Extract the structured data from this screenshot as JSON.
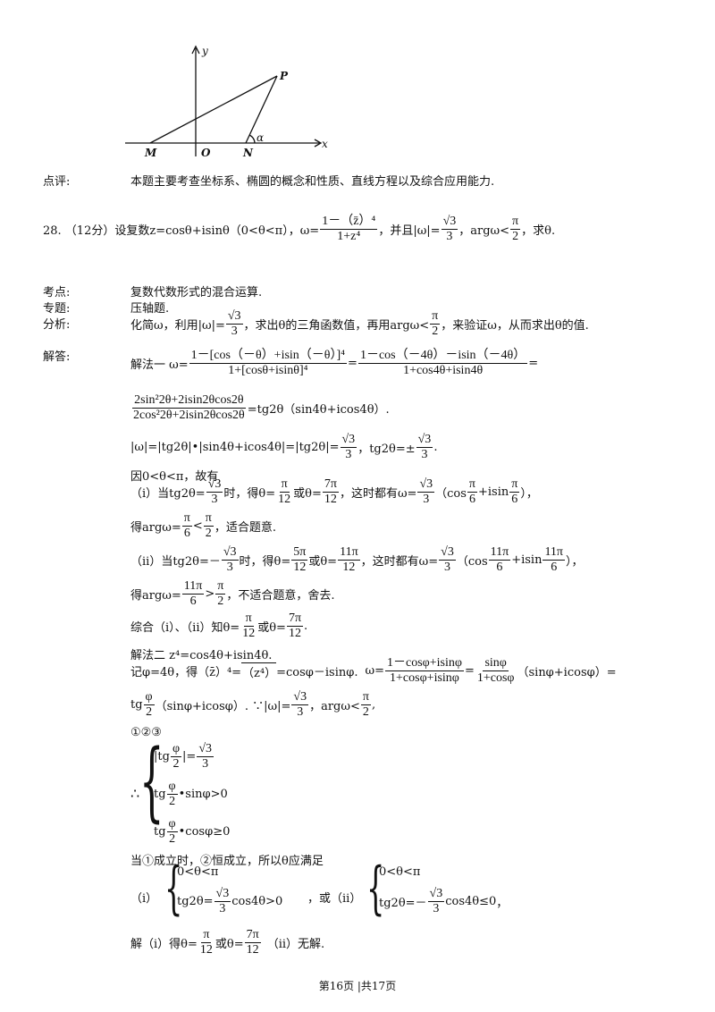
{
  "figure": {
    "axis_x": "x",
    "axis_y": "y",
    "point_P": "P",
    "point_M": "M",
    "point_O": "O",
    "point_N": "N",
    "angle": "α"
  },
  "review": {
    "label": "点评:",
    "text": "本题主要考查坐标系、椭圆的概念和性质、直线方程以及综合应用能力."
  },
  "q28": {
    "prefix": "28. （12分）设复数z=cosθ+isinθ（0<θ<π），ω=",
    "frac_num": "1－（z̄）⁴",
    "frac_den": "1+z⁴",
    "mid1": "，并且|ω|=",
    "sqrt3": "√3",
    "den3": "3",
    "mid2": "，argω<",
    "pi": "π",
    "den2": "2",
    "suffix": "，求θ."
  },
  "meta": {
    "kaodian_label": "考点:",
    "kaodian": "复数代数形式的混合运算.",
    "zhuanti_label": "专题:",
    "zhuanti": "压轴题.",
    "fenxi_label": "分析:",
    "fenxi_a": "化简ω，利用|ω|=",
    "fenxi_b": "，求出θ的三角函数值，再用argω<",
    "fenxi_c": "，来验证ω，从而求出θ的值.",
    "jieda_label": "解答:"
  },
  "sol": {
    "l1_pre": "解法一 ω=",
    "l1_num": "1－[cos（－θ）+isin（－θ）]⁴",
    "l1_den": "1+[cosθ+isinθ]⁴",
    "l1_eq": "=",
    "l1_num2": "1－cos（－4θ）－isin（－4θ）",
    "l1_den2": "1+cos4θ+isin4θ",
    "l1_end": "=",
    "l2_num": "2sin²2θ+2isin2θcos2θ",
    "l2_den": "2cos²2θ+2isin2θcos2θ",
    "l2_rest": "=tg2θ（sin4θ+icos4θ）.",
    "l3_a": "|ω|=|tg2θ|•|sin4θ+icos4θ|=|tg2θ|=",
    "l3_b": "，tg2θ=±",
    "l3_end": ".",
    "l4": "因0<θ<π，故有",
    "l5_a": "（i）当tg2θ=",
    "l5_b": "时，得θ=",
    "l5_f1n": "π",
    "l5_f1d": "12",
    "l5_c": "或θ=",
    "l5_f2n": "7π",
    "l5_d": "，这时都有ω=",
    "l5_e": "（cos",
    "l5_f3d": "6",
    "l5_g": "+isin",
    "l5_h": "），",
    "l6_a": "得argω=",
    "l6_b": "<",
    "l6_c": "，适合题意.",
    "l7_a": "（ii）当tg2θ=－",
    "l7_f1n": "5π",
    "l7_f2n": "11π",
    "l8_c": "，不适合题意，舍去.",
    "l8_gt": ">",
    "l9_a": "综合（i）、（ii）知θ=",
    "l10": "解法二 z⁴=cos4θ+isin4θ.",
    "l11_a": "记φ=4θ，得（z̄）⁴=",
    "l11_b": "（z⁴）",
    "l11_c": "=cosφ－isinφ.",
    "l11_d": "ω=",
    "l11_n1": "1－cosφ+isinφ",
    "l11_d1": "1+cosφ+isinφ",
    "l11_n2": "sinφ",
    "l11_d2": "1+cosφ",
    "l11_e": "（sinφ+icosφ）=",
    "l12_a": "tg",
    "l12_fn": "φ",
    "l12_b": "（sinφ+icosφ）. ∵|ω|=",
    "l12_c": "，argω<",
    "l12_d": ",",
    "l13": "①②③",
    "sys1": "|tg",
    "sys1b": "|=",
    "sys2": "tg",
    "sys2b": "•sinφ>0",
    "sys3b": "•cosφ≥0",
    "therefore": "∴",
    "l14": "当①成立时，②恒成立，所以θ应满足",
    "c1_label": "（i）",
    "c1_a": "0<θ<π",
    "c1_b": "tg2θ=",
    "c1_c": "cos4θ>0",
    "c_or": "，或（ii）",
    "c2_b": "tg2θ=－",
    "c2_c": "cos4θ≤0",
    "c2_end": "，",
    "l15_a": "解（i）得θ=",
    "l15_b": "（ii）无解."
  },
  "footer": "第16页 |共17页"
}
